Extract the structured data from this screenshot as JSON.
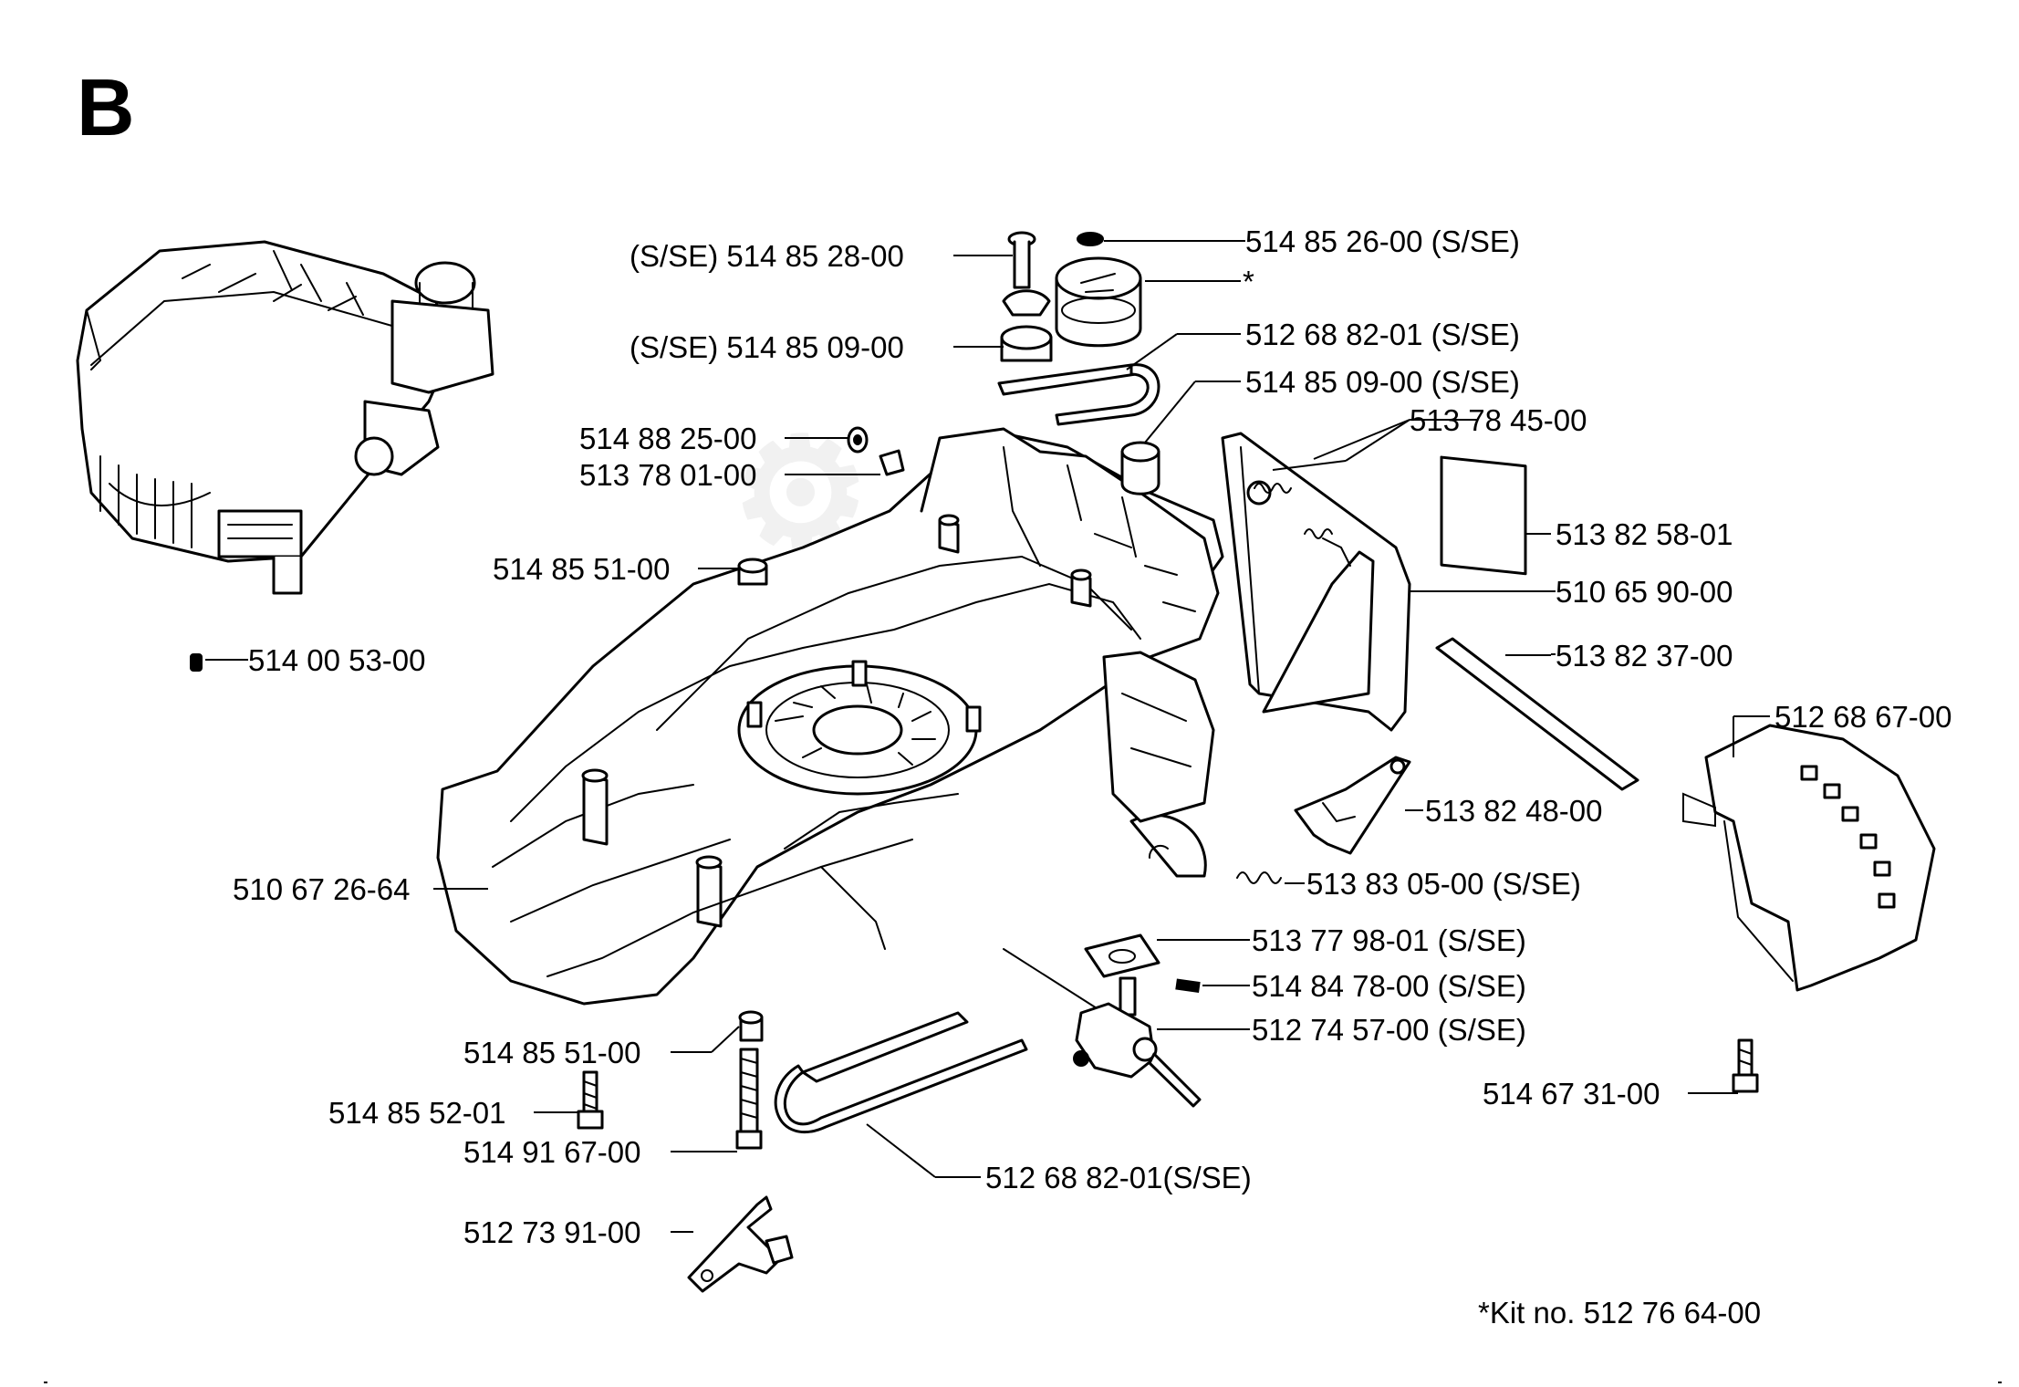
{
  "section_letter": "B",
  "callouts": {
    "c01": "(S/SE) 514 85 28-00",
    "c02": "514 85 26-00 (S/SE)",
    "c03": "*",
    "c04": "512 68 82-01 (S/SE)",
    "c05": "(S/SE) 514 85 09-00",
    "c06": "514 85 09-00 (S/SE)",
    "c07": "513 78 45-00",
    "c08": "514 88 25-00",
    "c09": "513 78 01-00",
    "c10": "513 82 58-01",
    "c11": "514 85 51-00",
    "c12": "510 65 90-00",
    "c13": "514 00 53-00",
    "c14": "513 82 37-00",
    "c15": "512 68 67-00",
    "c16": "513 82 48-00",
    "c17": "510 67 26-64",
    "c18": "513 83 05-00 (S/SE)",
    "c19": "513 77 98-01 (S/SE)",
    "c20": "514 84 78-00 (S/SE)",
    "c21": "512 74 57-00 (S/SE)",
    "c22": "514 85 51-00",
    "c23": "514 67 31-00",
    "c24": "514 85 52-01",
    "c25": "514 91 67-00",
    "c26": "512 68 82-01(S/SE)",
    "c27": "512 73 91-00"
  },
  "kit_note": "*Kit no. 512 76 64-00"
}
